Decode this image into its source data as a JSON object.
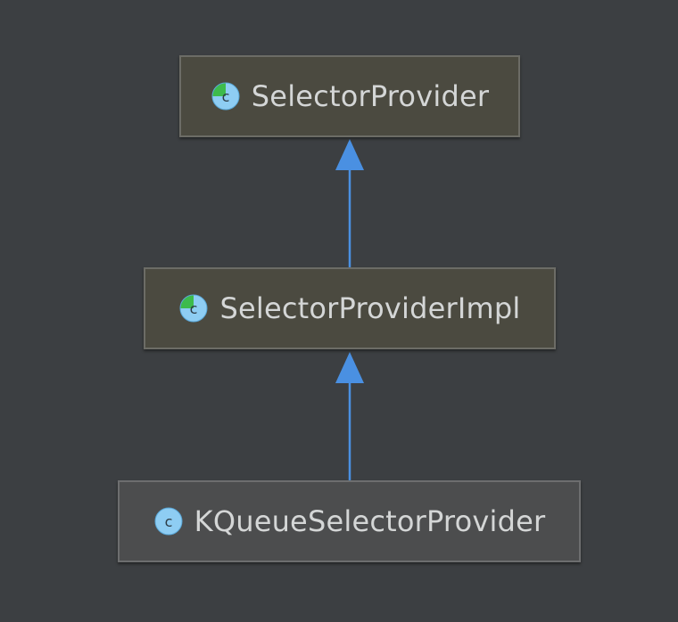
{
  "diagram": {
    "type": "class-hierarchy",
    "nodes": [
      {
        "id": "n1",
        "label": "SelectorProvider",
        "kind": "abstract-class",
        "icon": "abstract-class-icon"
      },
      {
        "id": "n2",
        "label": "SelectorProviderImpl",
        "kind": "abstract-class",
        "icon": "abstract-class-icon"
      },
      {
        "id": "n3",
        "label": "KQueueSelectorProvider",
        "kind": "class",
        "icon": "class-icon"
      }
    ],
    "edges": [
      {
        "from": "n2",
        "to": "n1",
        "relation": "extends"
      },
      {
        "from": "n3",
        "to": "n2",
        "relation": "extends"
      }
    ],
    "colors": {
      "background": "#3c3f42",
      "edge": "#4a90e2",
      "abstract_icon_green": "#3dbb4c",
      "class_icon_blue": "#7fc6f1"
    }
  }
}
